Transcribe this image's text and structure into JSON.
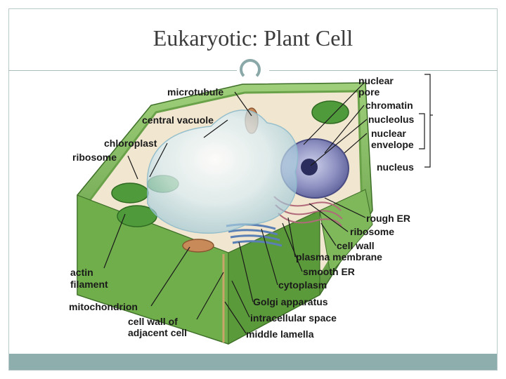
{
  "slide": {
    "title": "Eukaryotic:  Plant Cell"
  },
  "labels": {
    "microtubule": "microtubule",
    "central_vacuole": "central vacuole",
    "chloroplast": "chloroplast",
    "ribosome_left": "ribosome",
    "actin_1": "actin",
    "actin_2": "filament",
    "mitochondrion": "mitochondrion",
    "cell_wall_adj_1": "cell wall of",
    "cell_wall_adj_2": "adjacent cell",
    "nuclear_pore_1": "nuclear",
    "nuclear_pore_2": "pore",
    "chromatin": "chromatin",
    "nucleolus": "nucleolus",
    "nuclear_env_1": "nuclear",
    "nuclear_env_2": "envelope",
    "nucleus": "nucleus",
    "rough_er": "rough ER",
    "ribosome_right": "ribosome",
    "cell_wall": "cell wall",
    "plasma_membrane": "plasma membrane",
    "smooth_er": "smooth ER",
    "cytoplasm": "cytoplasm",
    "golgi": "Golgi apparatus",
    "intercellular": "intracellular space",
    "middle_lamella": "middle lamella"
  },
  "colors": {
    "accent": "#8eaeae",
    "wall_green": "#5e9a3e",
    "wall_light": "#8cc06a"
  }
}
